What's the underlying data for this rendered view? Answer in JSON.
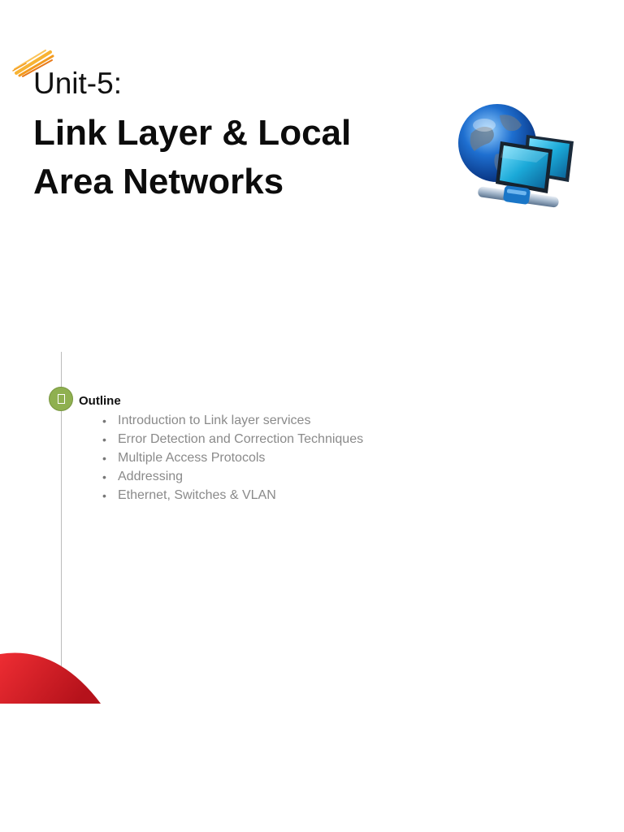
{
  "slide": {
    "unit": "Unit-5:",
    "title": "Link Layer & Local Area Networks"
  },
  "outline": {
    "heading": "Outline",
    "items": [
      "Introduction to Link layer services",
      "Error Detection and Correction Techniques",
      "Multiple Access Protocols",
      "Addressing",
      "Ethernet, Switches & VLAN"
    ]
  },
  "colors": {
    "brush_accent": "#f39a1e",
    "bullet_green": "#8fb050",
    "corner_red": "#d7191c",
    "globe_blue": "#1e6fd0"
  },
  "icons": {
    "brush": "brush-stroke-icon",
    "network": "globe-computers-icon",
    "bullet": "outline-bullet-icon"
  }
}
